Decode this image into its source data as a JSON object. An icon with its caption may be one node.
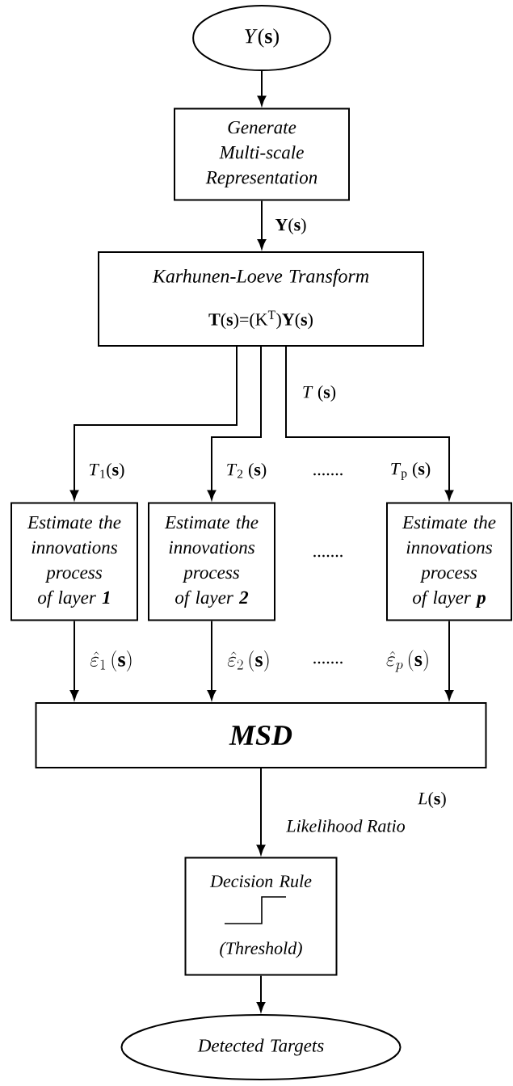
{
  "diagram": {
    "nodes": [
      {
        "text": [
          "*Y*(**s**)"
        ]
      },
      {
        "text": [
          "Generate Multi-scale Representation"
        ]
      },
      {
        "text": [
          "Karhunen-Loeve Transform",
          "**T**(**s**)=(K$^{T}$)**Y**(**s**)"
        ]
      },
      {
        "text": [
          "Estimate the innovations process of layer **1**"
        ]
      },
      {
        "text": [
          "Estimate the innovations process of layer **2**"
        ]
      },
      {
        "text": [
          "Estimate the innovations process of layer **p**"
        ]
      },
      {
        "text": [
          "MSD"
        ]
      },
      {
        "text": [
          "Decision Rule",
          "(Threshold)"
        ]
      },
      {
        "text": [
          "Detected Targets"
        ]
      }
    ],
    "edges": [
      {
        "from": 0,
        "to": 1,
        "arrow": "to"
      },
      {
        "from": 1,
        "to": 2,
        "arrow": "to",
        "label": "**Y**(**s**)"
      },
      {
        "from": 2,
        "to": 3,
        "arrow": "to",
        "label": "*T*$_{1}$(**s**)"
      },
      {
        "from": 2,
        "to": 4,
        "arrow": "to",
        "label": "*T*$_{2}$ (**s**)"
      },
      {
        "from": 2,
        "to": 5,
        "arrow": "to",
        "label": "*T*$_{p}$ (**s**)"
      },
      {
        "from": 3,
        "to": 6,
        "arrow": "to",
        "label": "\\hat{\\varepsilon}_{1}\\left(\\mathbf{s}\\right)"
      },
      {
        "from": 4,
        "to": 6,
        "arrow": "to",
        "label": "\\hat{\\varepsilon}_{2}\\left(\\mathbf{s}\\right)"
      },
      {
        "from": 5,
        "to": 6,
        "arrow": "to",
        "label": "\\hat{\\varepsilon}_{p}\\left(\\mathbf{s}\\right)"
      },
      {
        "from": 6,
        "to": 7,
        "arrow": "to",
        "label": "Likelihood Ratio"
      },
      {
        "from": 7,
        "to": 8,
        "arrow": "to"
      }
    ],
    "labels": [
      "*T* (**s**)",
      ".......",
      ".......",
      ".......",
      "*L*(**s**)"
    ]
  }
}
